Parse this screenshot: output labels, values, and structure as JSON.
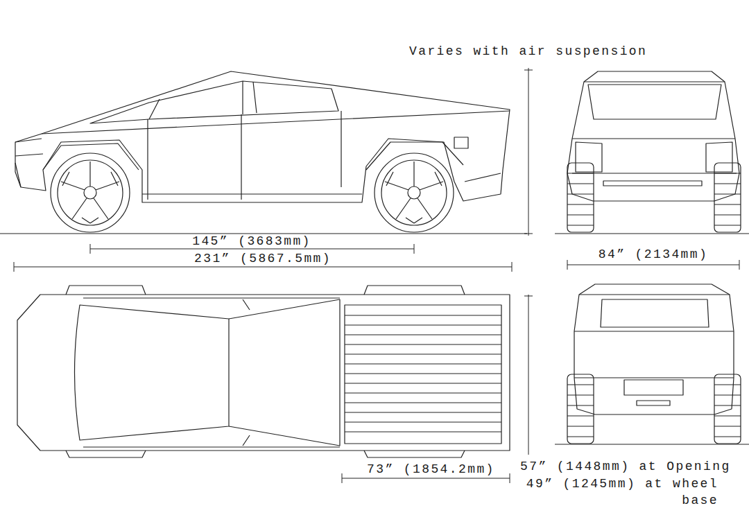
{
  "diagram": {
    "labels": [
      "Varies with air suspension",
      "145” (3683mm)",
      "231” (5867.5mm)",
      "84” (2134mm)",
      "73” (1854.2mm)",
      "57” (1448mm) at Opening",
      "49” (1245mm) at wheel base"
    ]
  }
}
